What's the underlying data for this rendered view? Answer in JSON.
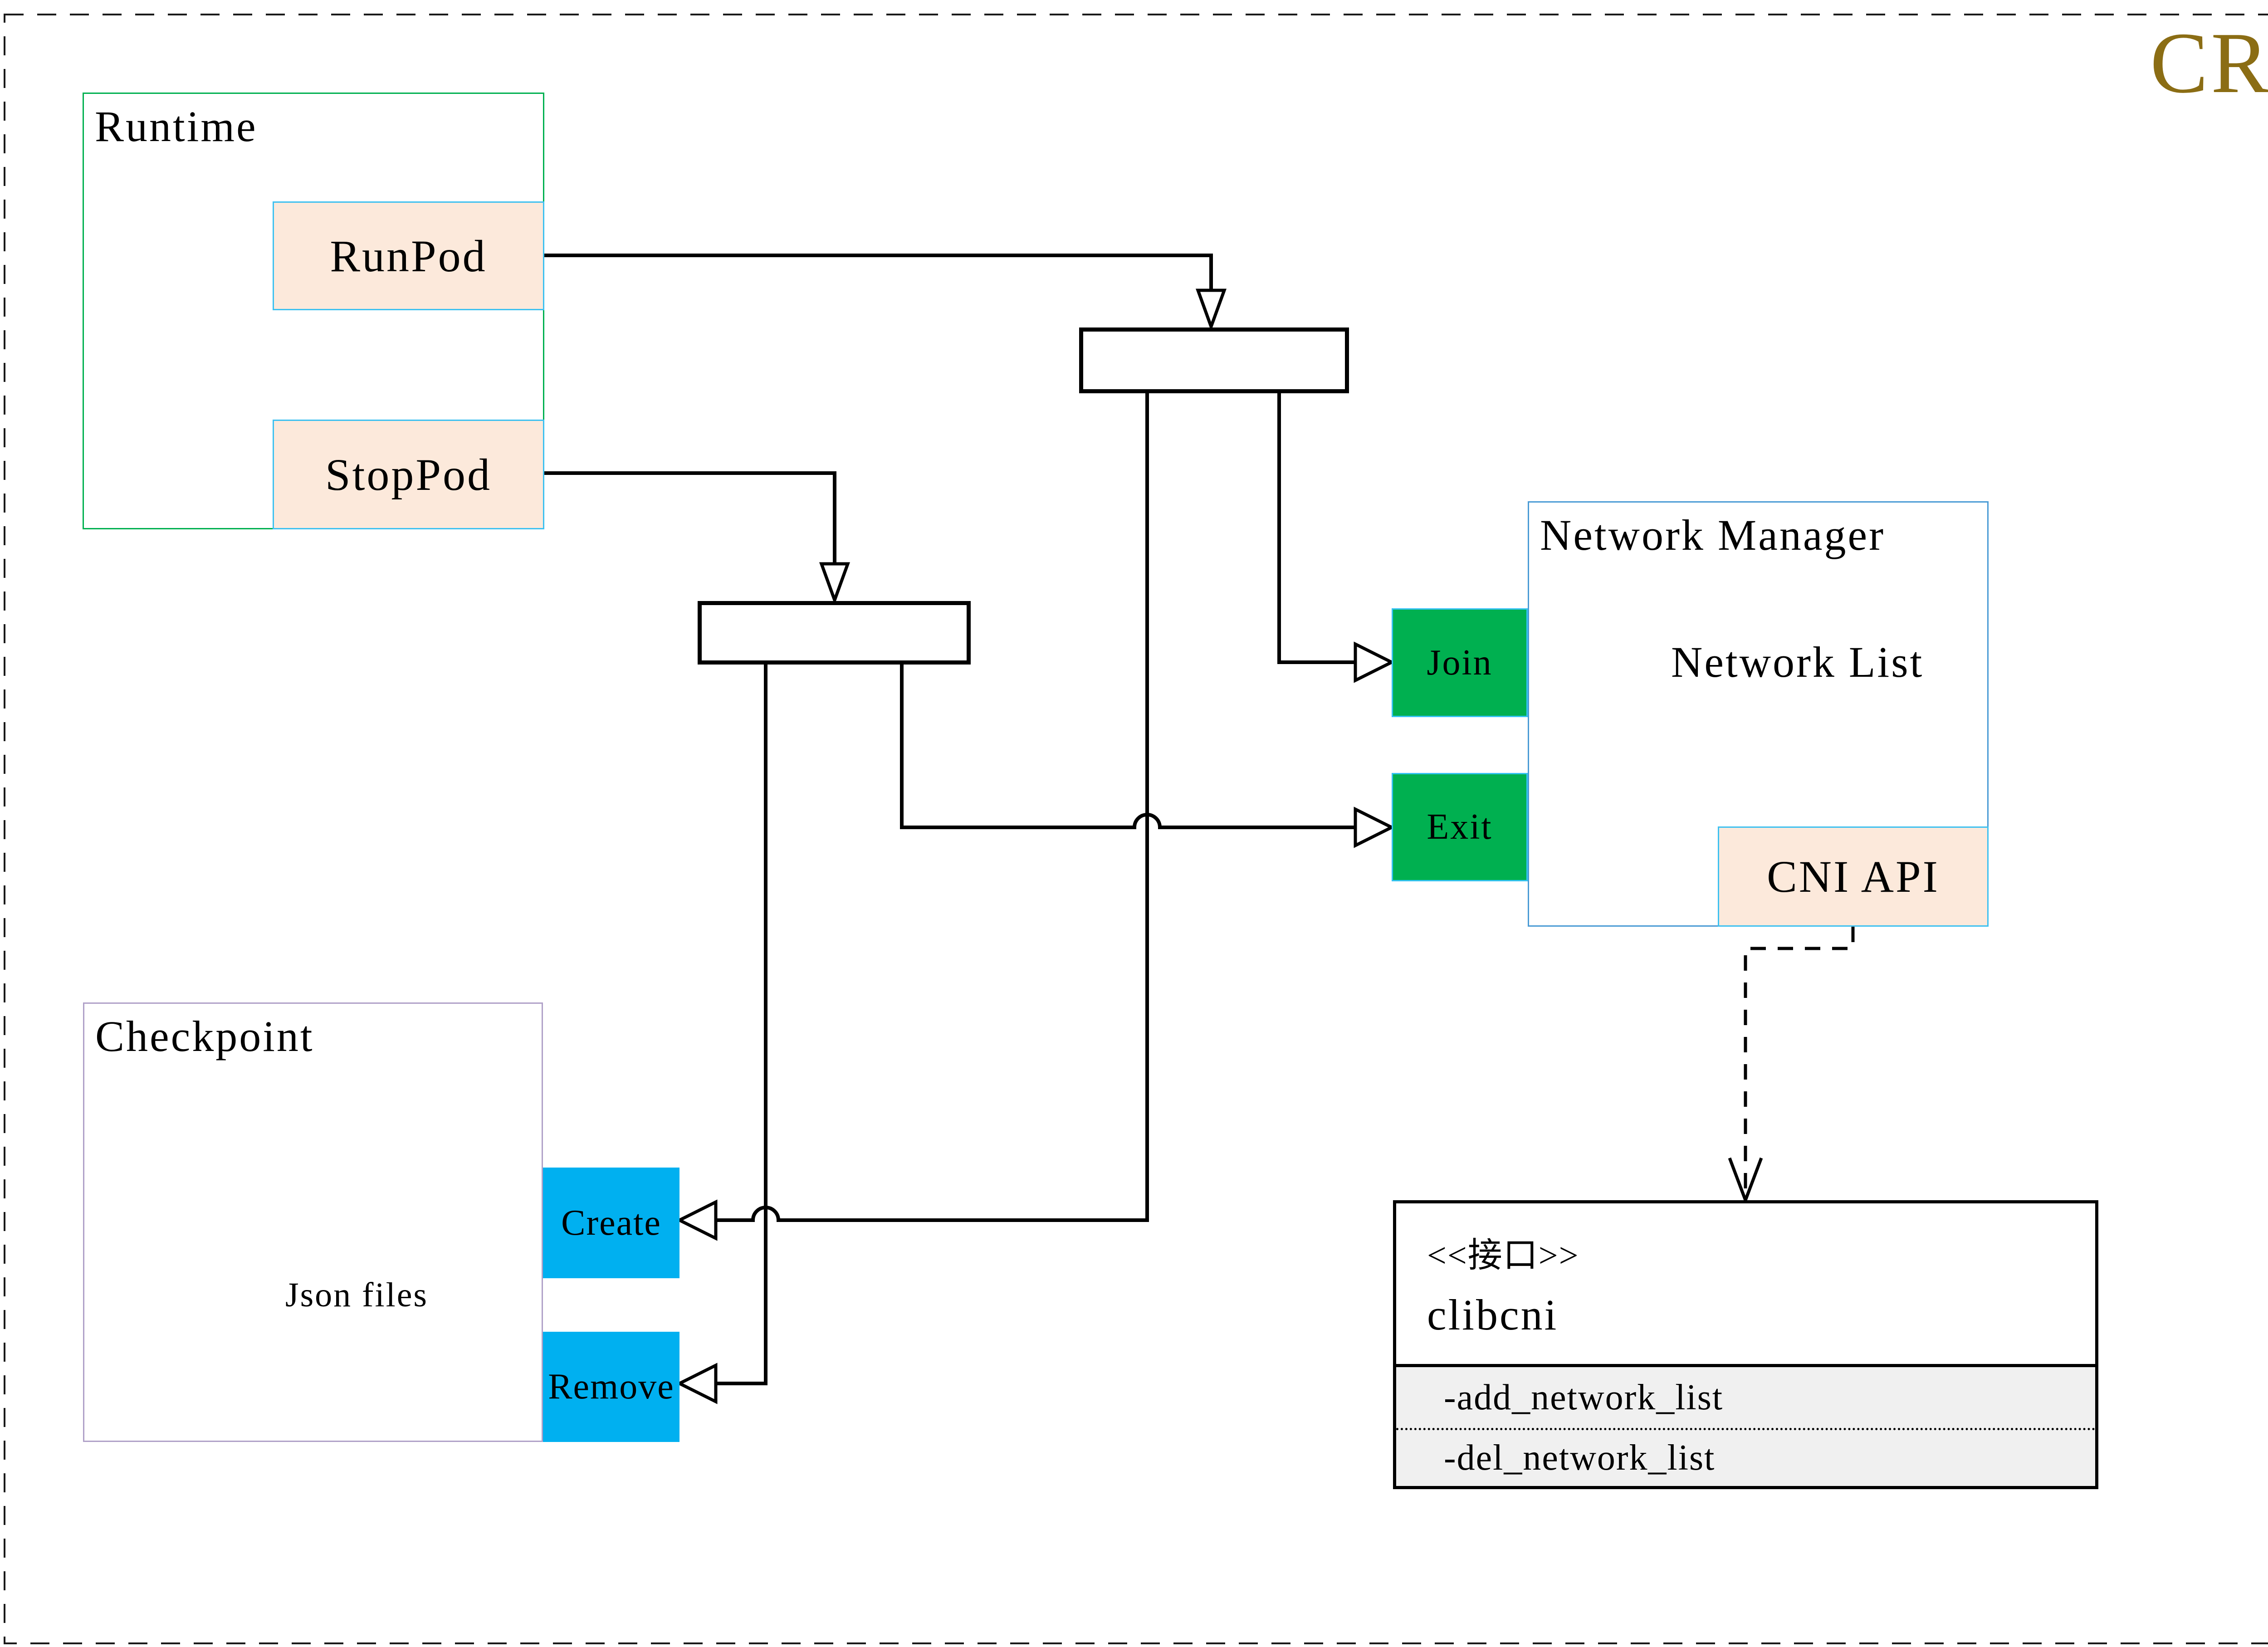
{
  "title": {
    "label": "CRI",
    "color": "#8B6D14"
  },
  "runtime": {
    "label": "Runtime",
    "runpod_label": "RunPod",
    "stoppod_label": "StopPod"
  },
  "network_manager": {
    "label": "Network Manager",
    "join_label": "Join",
    "exit_label": "Exit",
    "network_list_label": "Network List",
    "cni_api_label": "CNI API"
  },
  "checkpoint": {
    "label": "Checkpoint",
    "json_files_label": "Json files",
    "create_label": "Create",
    "remove_label": "Remove"
  },
  "clibcni": {
    "stereotype": "<<接口>>",
    "name": "clibcni",
    "methods": [
      "-add_network_list",
      "-del_network_list"
    ]
  },
  "colors": {
    "runtime_border": "#00B050",
    "network_manager_border": "#4A9BD5",
    "checkpoint_border": "#B0A1C8",
    "peach_fill": "#FCE9DB",
    "cyan_border": "#3FC1F0",
    "green_fill": "#00B050",
    "blue_fill": "#00B0F0",
    "cylinder_stroke": "#666666",
    "title_gold": "#8B6D14",
    "section_fill": "#F0F0F0"
  }
}
